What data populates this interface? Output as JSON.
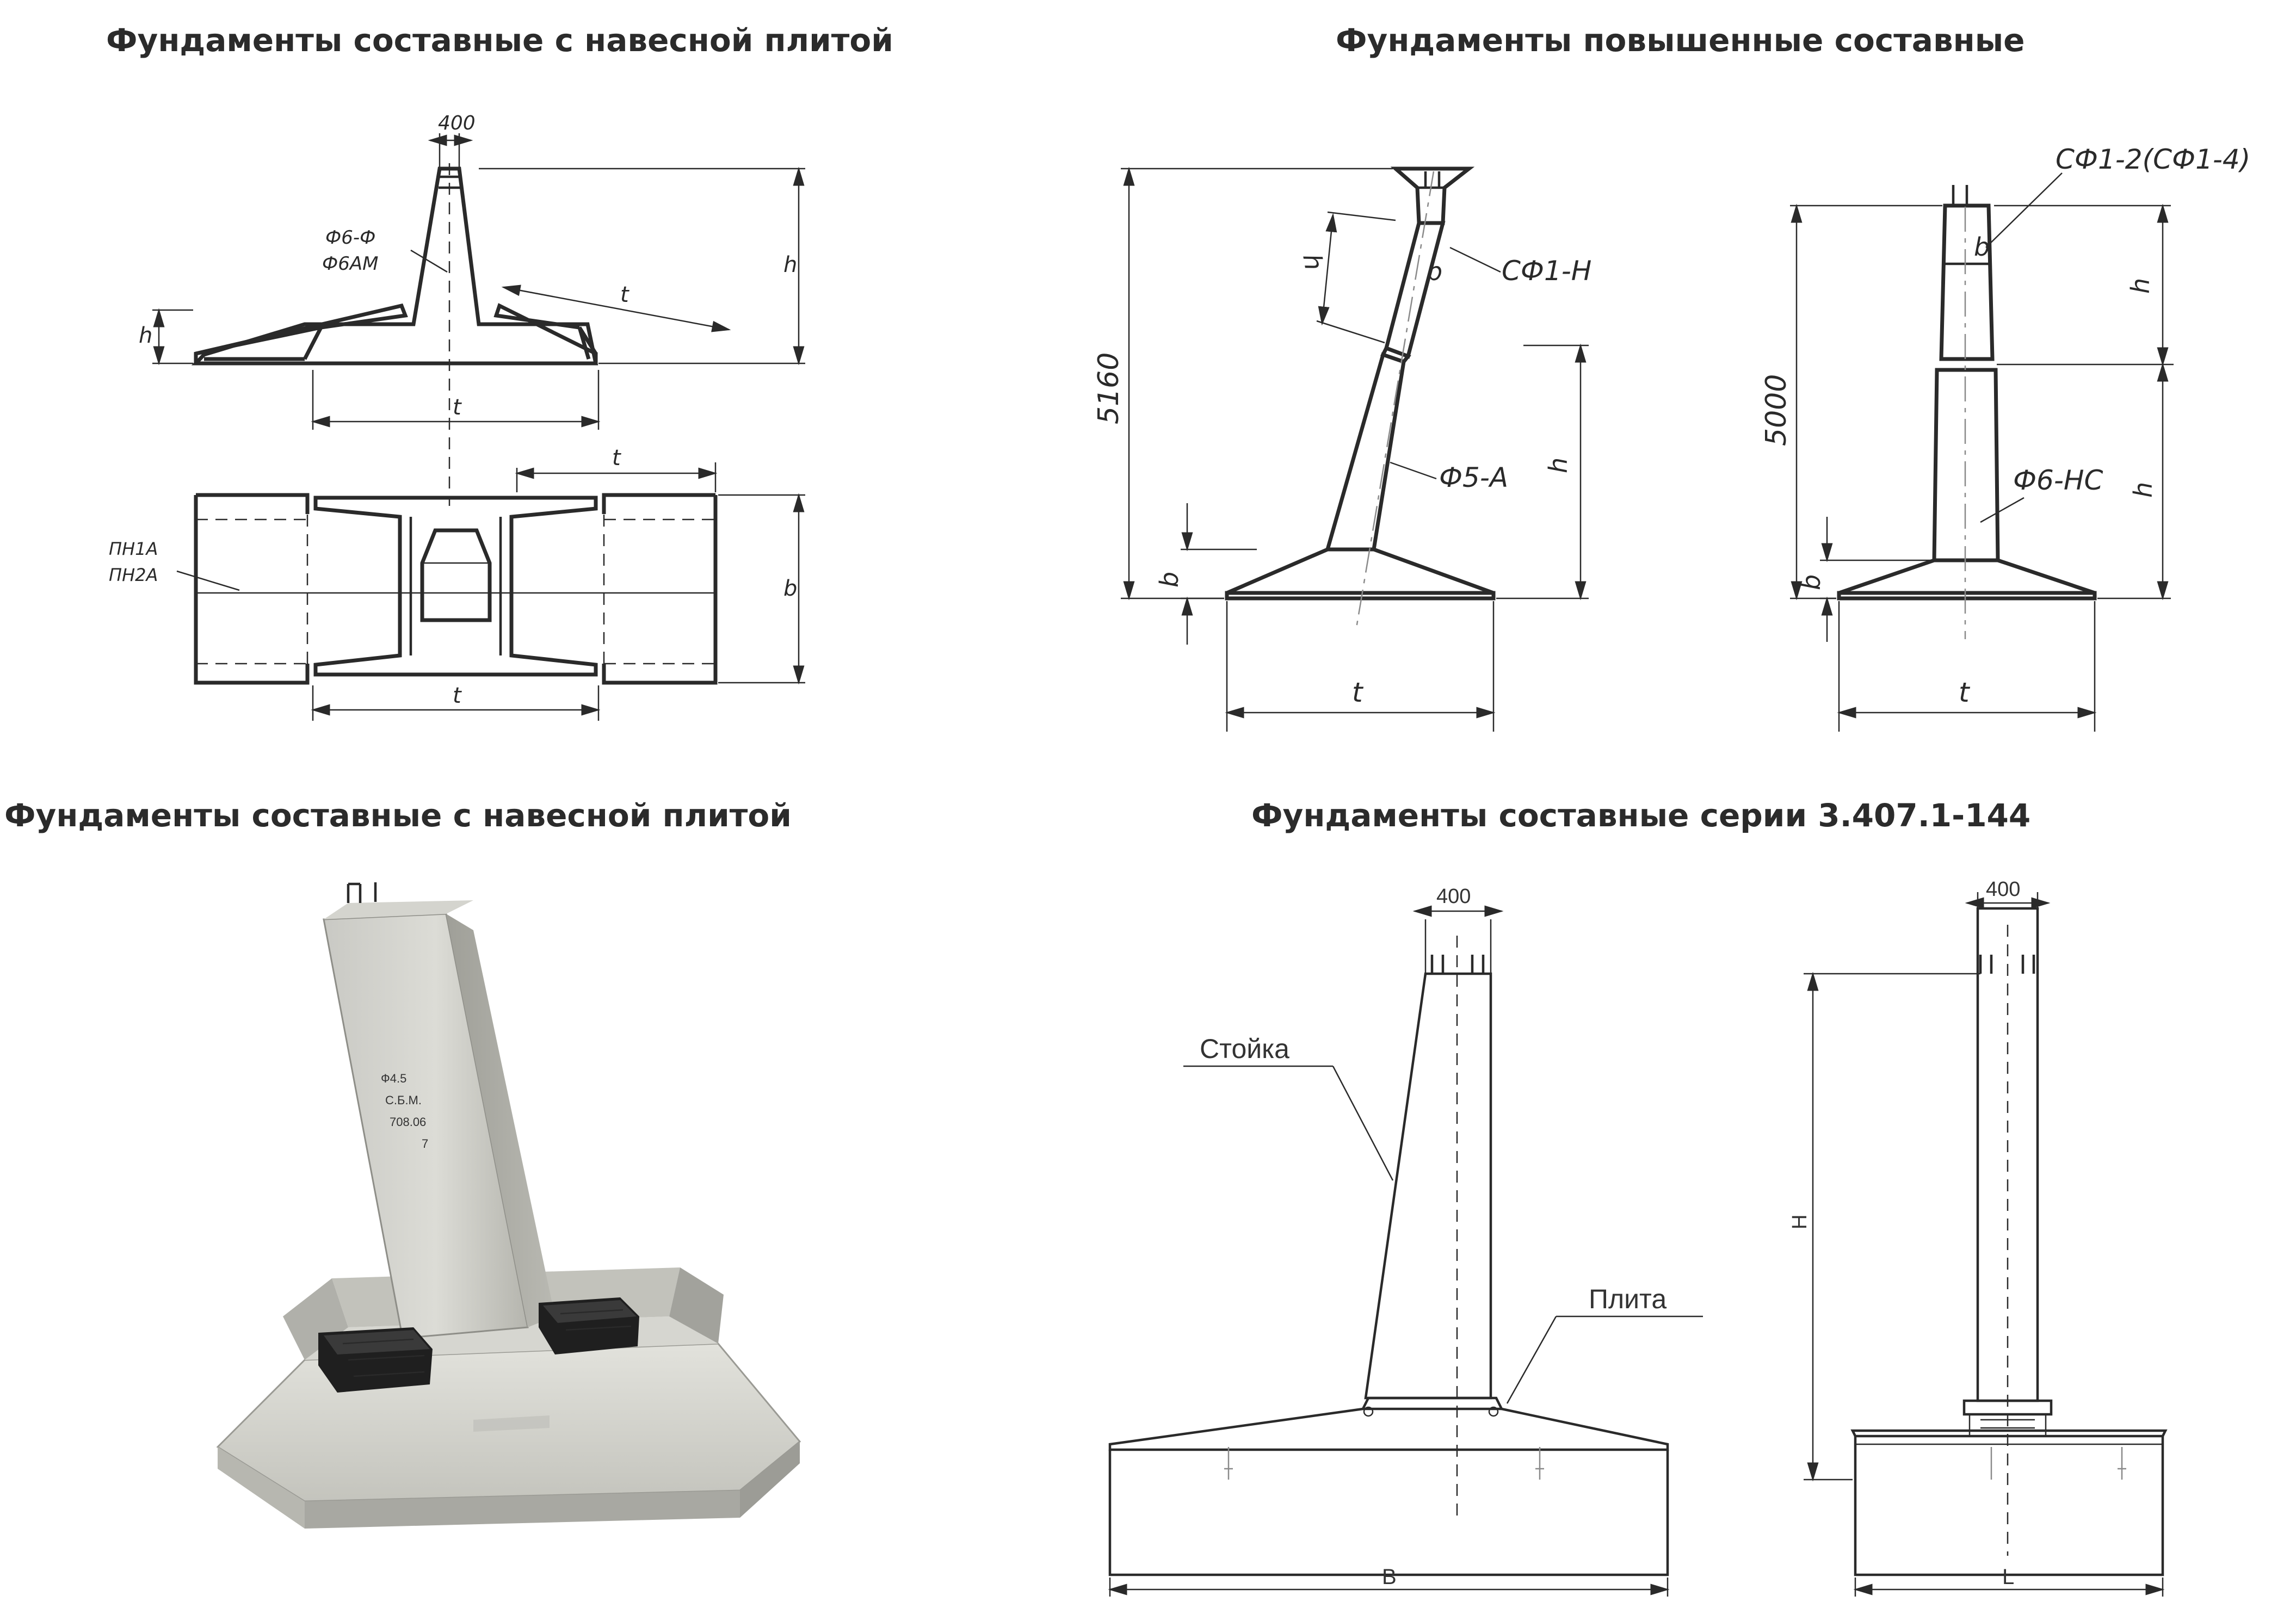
{
  "titles": {
    "top_left": "Фундаменты составные с навесной плитой",
    "top_right": "Фундаменты повышенные составные",
    "bottom_left": "Фундаменты составные с навесной плитой",
    "bottom_right": "Фундаменты составные серии 3.407.1-144"
  },
  "drawing_top_left": {
    "dim_top": "400",
    "stand_label_1": "Ф6-Ф",
    "stand_label_2": "Ф6АМ",
    "dim_h_left": "h",
    "dim_h_right": "h",
    "dim_t_slab": "t",
    "dim_t_base": "t",
    "dim_t_plan_top": "t",
    "dim_t_plan_bottom": "t",
    "dim_b": "b",
    "slab_label_1": "ПН1А",
    "slab_label_2": "ПН2А"
  },
  "drawing_top_right_a": {
    "dim_total": "5160",
    "label_top": "СФ1-Н",
    "label_mid": "Ф5-А",
    "dim_h_top": "h",
    "dim_b_top": "b",
    "dim_h_right": "h",
    "dim_b_base": "b",
    "dim_t": "t"
  },
  "drawing_top_right_b": {
    "dim_total": "5000",
    "label_top": "СФ1-2(СФ1-4)",
    "label_mid": "Ф6-НС",
    "dim_b_top": "b",
    "dim_h_top": "h",
    "dim_h_mid": "h",
    "dim_b_base": "b",
    "dim_t": "t"
  },
  "photo_bottom_left": {
    "marking_lines": [
      "Ф4.5",
      "С.Б.М.",
      "708.06",
      "7"
    ]
  },
  "drawing_bottom_right": {
    "dim_top_a": "400",
    "dim_top_b": "400",
    "label_column": "Стойка",
    "label_slab": "Плита",
    "dim_B": "В",
    "dim_H": "Н",
    "dim_L": "L"
  }
}
